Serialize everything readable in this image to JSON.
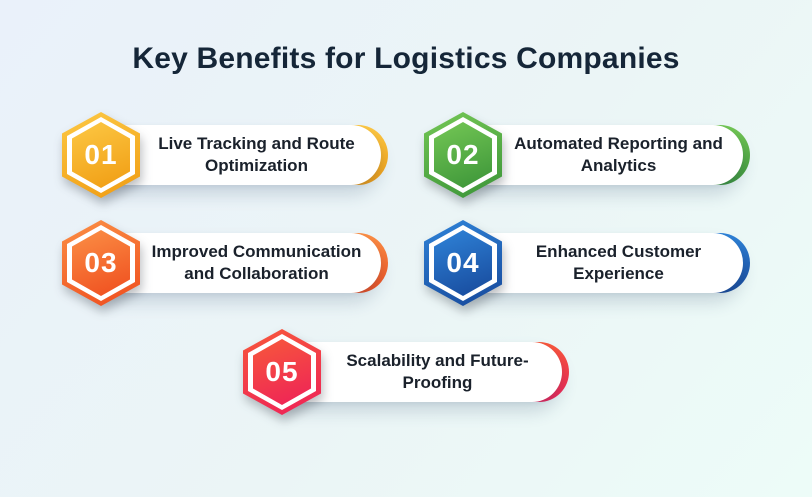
{
  "title": "Key Benefits for Logistics Companies",
  "benefits": [
    {
      "number": "01",
      "label": "Live Tracking and Route Optimization",
      "color_light": "#FCC844",
      "color_dark": "#F09C12"
    },
    {
      "number": "02",
      "label": "Automated Reporting and Analytics",
      "color_light": "#74C755",
      "color_dark": "#3B9438"
    },
    {
      "number": "03",
      "label": "Improved Communication and Collaboration",
      "color_light": "#FB8F45",
      "color_dark": "#EF4D1E"
    },
    {
      "number": "04",
      "label": "Enhanced Customer Experience",
      "color_light": "#2F83D8",
      "color_dark": "#17499B"
    },
    {
      "number": "05",
      "label": "Scalability and Future-Proofing",
      "color_light": "#F7583B",
      "color_dark": "#EE2158"
    }
  ],
  "colors": {
    "background_start": "#EAF1FA",
    "background_end": "#EDFCF8",
    "title_text": "#152638",
    "item_text": "#1A212B",
    "pill_background": "#FFFFFF",
    "number_text": "#FFFFFF"
  }
}
